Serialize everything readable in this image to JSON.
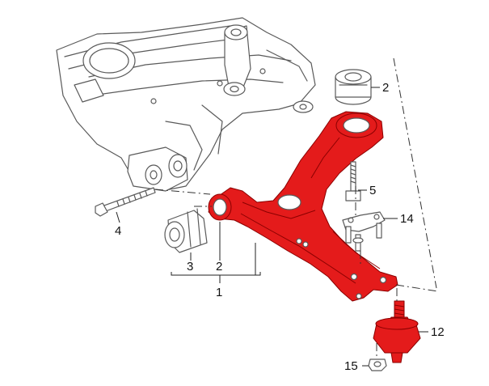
{
  "diagram": {
    "callouts": {
      "assembly": "1",
      "bushing_rear": "2",
      "bushing_front": "3",
      "bolt_subframe": "4",
      "bolt_bracket": "5",
      "ball_joint": "12",
      "bracket_plate": "14",
      "nut": "15"
    },
    "colors": {
      "highlight": "#e41b1b",
      "line_art": "#5a5a5a"
    }
  }
}
